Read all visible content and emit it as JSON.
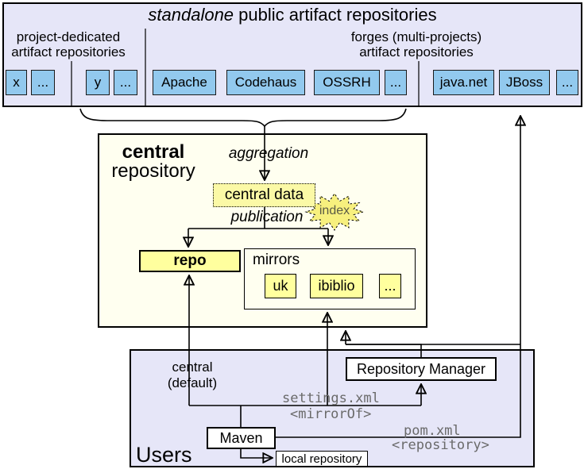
{
  "top": {
    "title_italic": "standalone",
    "title_rest": " public artifact repositories",
    "label_left_line1": "project-dedicated",
    "label_left_line2": "artifact repositories",
    "label_right_line1": "forges (multi-projects)",
    "label_right_line2": "artifact repositories",
    "repos": [
      "x",
      "...",
      "y",
      "...",
      "Apache",
      "Codehaus",
      "OSSRH",
      "...",
      "java.net",
      "JBoss",
      "..."
    ]
  },
  "central": {
    "name_line1": "central",
    "name_line2": "repository",
    "aggregation_label": "aggregation",
    "central_data_label": "central data",
    "index_label": "index",
    "publication_label": "publication",
    "repo_label": "repo",
    "mirrors_label": "mirrors",
    "mirrors": [
      "uk",
      "ibiblio",
      "..."
    ]
  },
  "users": {
    "box_label": "Users",
    "central_default_line1": "central",
    "central_default_line2": "(default)",
    "repository_manager_label": "Repository Manager",
    "settings_file": "settings.xml",
    "settings_tag": "<mirrorOf>",
    "maven_label": "Maven",
    "pom_file": "pom.xml",
    "pom_tag": "<repository>",
    "local_repo_label": "local repository"
  },
  "colors": {
    "lavender_fill": "#e6e6f8",
    "blue_chip_fill": "#92c9ee",
    "cream_fill": "#fffff0",
    "yellow_fill": "#ffff9e",
    "starburst_fill": "#f7f07e",
    "mono_text_gray": "#6a6a6a",
    "line_black": "#000000"
  }
}
